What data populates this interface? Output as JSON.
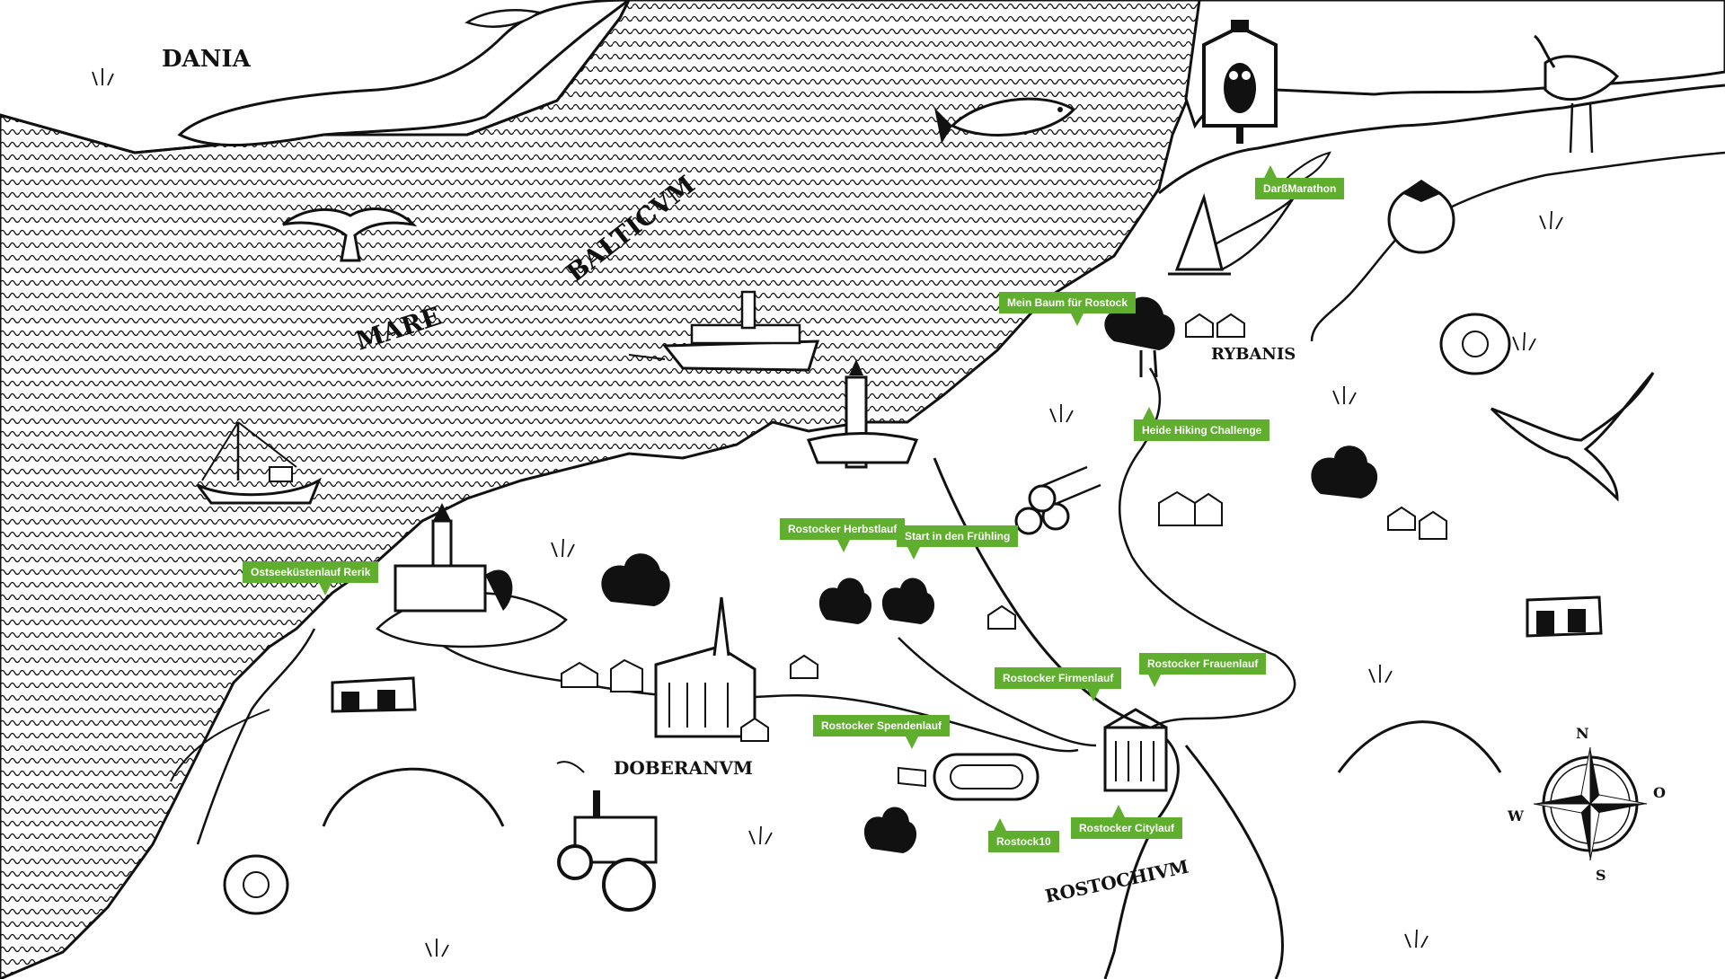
{
  "places": {
    "dania": "DANIA",
    "mare": "MARE",
    "balticum": "BALTICVM",
    "rybanis": "RYBANIS",
    "doberanum": "DOBERANVM",
    "rostochium": "ROSTOCHIVM"
  },
  "compass": {
    "n": "N",
    "o": "O",
    "s": "S",
    "w": "W"
  },
  "events": {
    "ostsee": "Ostseeküstenlauf Rerik",
    "herbst": "Rostocker Herbstlauf",
    "fruehling": "Start in den Frühling",
    "baum": "Mein Baum für Rostock",
    "heide": "Heide Hiking Challenge",
    "darss": "DarßMarathon",
    "firmen": "Rostocker Firmenlauf",
    "frauen": "Rostocker Frauenlauf",
    "spenden": "Rostocker Spendenlauf",
    "rostock10": "Rostock10",
    "city": "Rostocker Citylauf"
  },
  "colors": {
    "accent": "#5fae2e",
    "ink": "#111111",
    "background": "#ffffff"
  },
  "icons": [
    "owl-sign-icon",
    "fish-icon",
    "crane-bird-icon",
    "tomato-icon",
    "steamship-icon",
    "sailboat-icon",
    "whale-tail-icon",
    "lighthouse-icon",
    "church-icon",
    "tractor-icon",
    "hay-bale-icon",
    "seagull-icon",
    "dolmen-icon",
    "compass-rose-icon",
    "tree-icon",
    "house-icon",
    "stadium-icon",
    "windsurfer-icon",
    "log-pile-icon",
    "city-hall-icon"
  ]
}
